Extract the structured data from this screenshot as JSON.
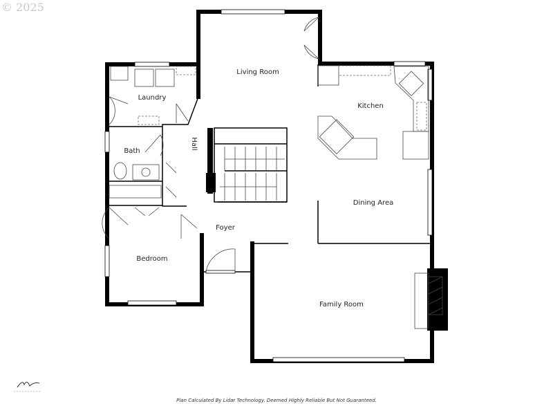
{
  "watermark": "© 2025",
  "disclaimer": "Plan Calculated By Lidar Technology. Deemed Highly Reliable But Not Guaranteed.",
  "rooms": {
    "living_room": "Living Room",
    "laundry": "Laundry",
    "kitchen": "Kitchen",
    "hall": "Hall",
    "bath": "Bath",
    "dining_area": "Dining Area",
    "foyer": "Foyer",
    "bedroom": "Bedroom",
    "family_room": "Family Room"
  },
  "icons": [
    "signature-logo",
    "door-swing",
    "stairs",
    "stove",
    "sink",
    "toilet",
    "fireplace",
    "washer",
    "dryer"
  ]
}
